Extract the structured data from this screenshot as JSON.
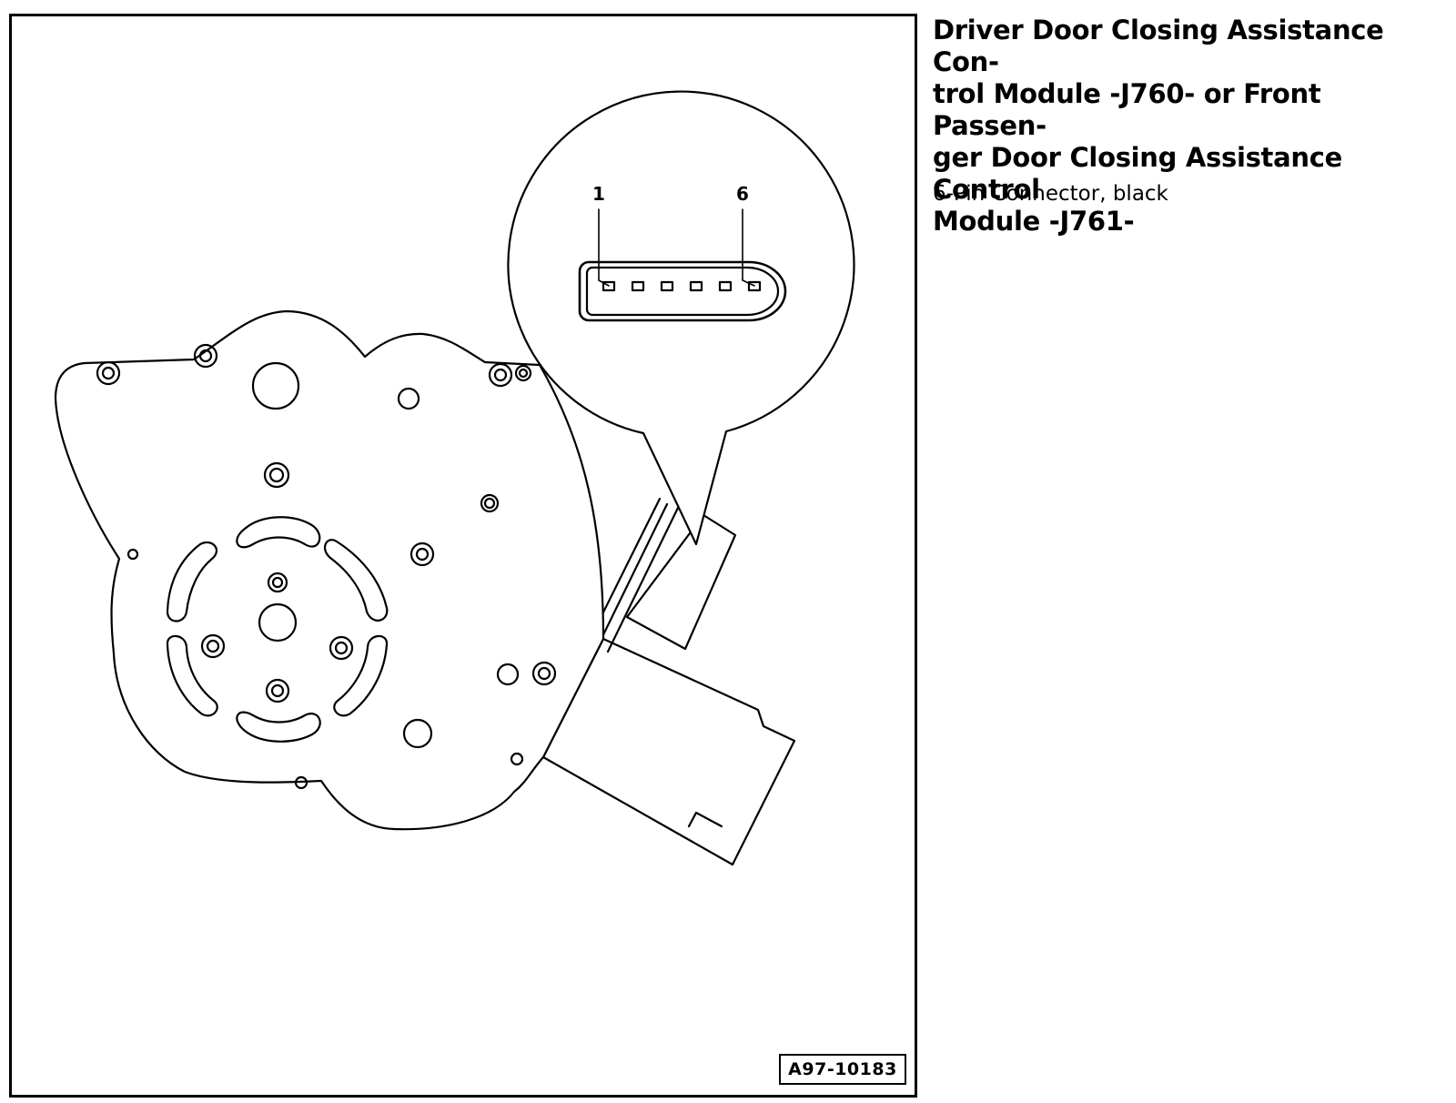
{
  "heading": {
    "line1": "Driver Door Closing Assistance Con-",
    "line2": "trol Module -J760- or Front Passen-",
    "line3": "ger Door Closing Assistance Control",
    "line4": "Module -J761-"
  },
  "subheading": "6-Pin Connector, black",
  "figure": {
    "figure_id": "A97-10183",
    "pin_labels": {
      "first": "1",
      "last": "6"
    }
  }
}
